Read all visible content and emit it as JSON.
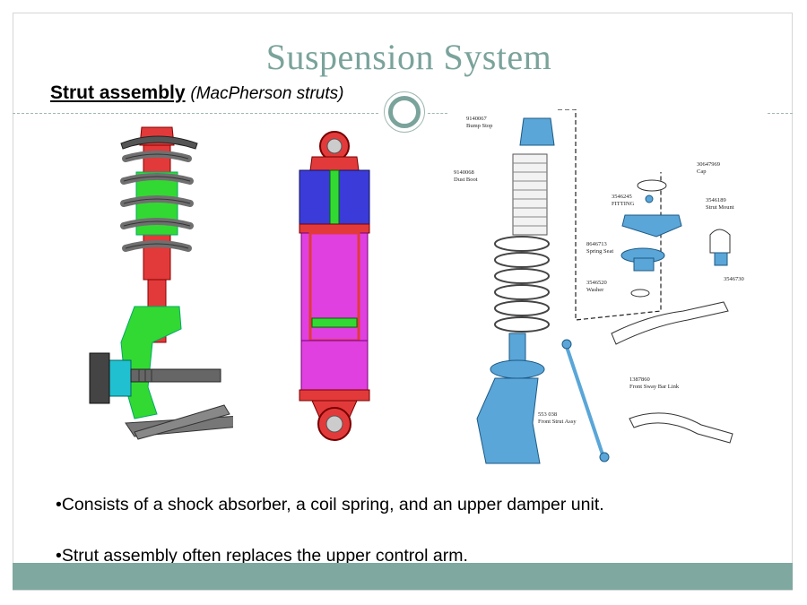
{
  "slide": {
    "title": "Suspension System",
    "subtitle_main": "Strut assembly",
    "subtitle_paren": "(MacPherson struts)",
    "bullets": [
      "•Consists of a shock absorber, a coil spring, and an upper damper unit.",
      "•Strut assembly often replaces the upper control arm."
    ]
  },
  "diagram": {
    "parts": [
      {
        "num": "9140067",
        "name": "Bump Stop"
      },
      {
        "num": "9140068",
        "name": "Dust Boot"
      },
      {
        "num": "30647969",
        "name": "Cap"
      },
      {
        "num": "3546245",
        "name": "FITTING"
      },
      {
        "num": "3546189",
        "name": "Strut Mount"
      },
      {
        "num": "8646713",
        "name": "Spring Seat"
      },
      {
        "num": "3546520",
        "name": "Washer"
      },
      {
        "num": "3546730",
        "name": ""
      },
      {
        "num": "1387860",
        "name": "Front Sway Bar Link"
      },
      {
        "num": "553 038",
        "name": "Front Strut Assy"
      }
    ]
  },
  "colors": {
    "title": "#7aa39b",
    "footer": "#7fa8a0",
    "strut_red": "#e23a3a",
    "spring_gray": "#6f6f6f",
    "green": "#33d933",
    "cyan": "#20c0d0",
    "blue_fill": "#3b3bd9",
    "magenta": "#e040e0",
    "strut_blue": "#5aa6d8"
  }
}
